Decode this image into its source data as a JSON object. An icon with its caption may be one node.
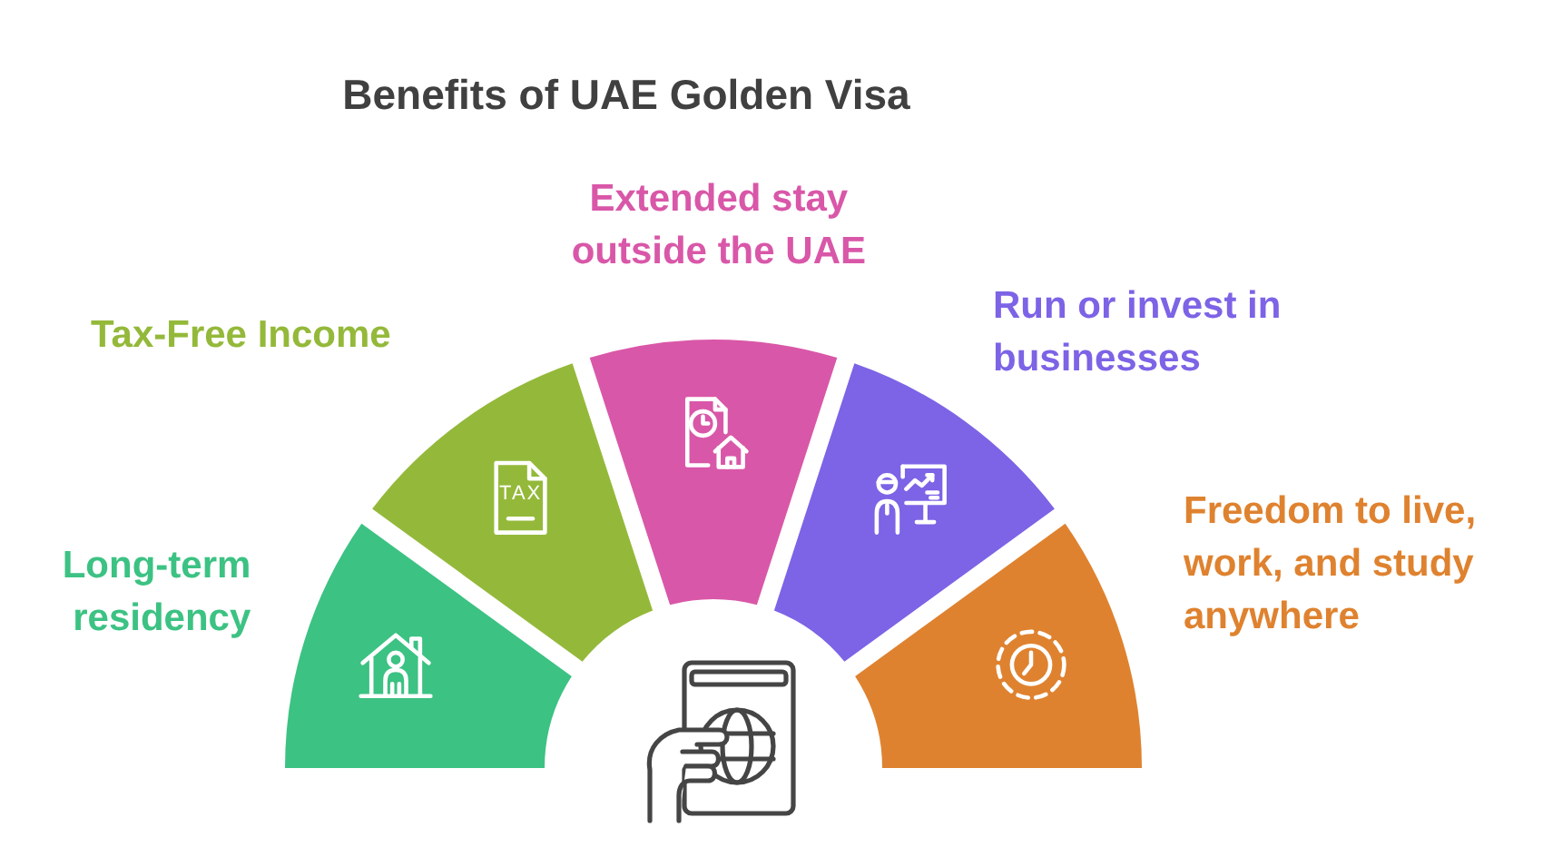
{
  "diagram": {
    "title": "Benefits of UAE Golden Visa",
    "nodes": [
      {
        "text": [
          "Long-term residency"
        ]
      },
      {
        "text": [
          "Tax-Free Income"
        ]
      },
      {
        "text": [
          "Extended stay outside the UAE"
        ]
      },
      {
        "text": [
          "Run or invest in businesses"
        ]
      },
      {
        "text": [
          "Freedom to live, work, and study anywhere"
        ]
      }
    ],
    "labels": [
      "TAX"
    ]
  }
}
